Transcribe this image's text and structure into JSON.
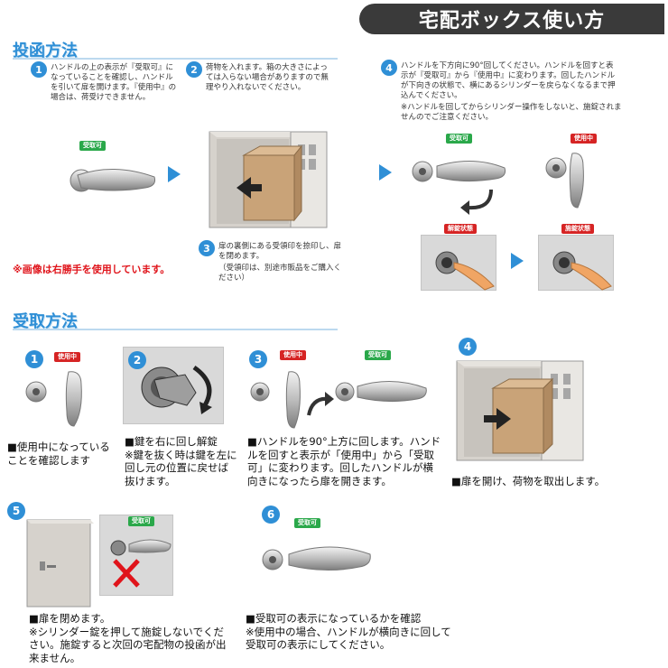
{
  "title": "宅配ボックス使い方",
  "section_deposit": {
    "heading": "投函方法",
    "step1": {
      "num": "1",
      "text": "ハンドルの上の表示が『受取可』になっていることを確認し、ハンドルを引いて扉を開けます。『使用中』の場合は、荷受けできません。"
    },
    "step2": {
      "num": "2",
      "text": "荷物を入れます。箱の大きさによっては入らない場合がありますので無理やり入れないでください。"
    },
    "step3": {
      "num": "3",
      "text": "扉の裏側にある受領印を捺印し、扉を閉めます。",
      "sub": "（受領印は、別途市販品をご購入ください）"
    },
    "step4": {
      "num": "4",
      "text": "ハンドルを下方向に90°回してください。ハンドルを回すと表示が『受取可』から『使用中』に変わります。回したハンドルが下向きの状態で、横にあるシリンダーを戻らなくなるまで押込んでください。",
      "note": "※ハンドルを回してからシリンダー操作をしないと、施錠されませんのでご注意ください。"
    },
    "tag_available": "受取可",
    "tag_in_use": "使用中",
    "tag_unlocked": "解錠状態",
    "tag_locked": "施錠状態",
    "note_right_hand": "※画像は右勝手を使用しています。"
  },
  "section_receive": {
    "heading": "受取方法",
    "step1": {
      "num": "1",
      "tag": "使用中",
      "text": "■使用中になっていることを確認します"
    },
    "step2": {
      "num": "2",
      "text": "■鍵を右に回し解錠\n※鍵を抜く時は鍵を左に回し元の位置に戻せば抜けます。"
    },
    "step3": {
      "num": "3",
      "tag_a": "使用中",
      "tag_b": "受取可",
      "text": "■ハンドルを90°上方に回します。ハンドルを回すと表示が「使用中」から「受取可」に変わります。回したハンドルが横向きになったら扉を開きます。"
    },
    "step4": {
      "num": "4",
      "text": "■扉を開け、荷物を取出します。"
    },
    "step5": {
      "num": "5",
      "tag": "受取可",
      "text": "■扉を閉めます。\n※シリンダー錠を押して施錠しないでください。施錠すると次回の宅配物の投函が出来ません。"
    },
    "step6": {
      "num": "6",
      "tag": "受取可",
      "text": "■受取可の表示になっているかを確認\n※使用中の場合、ハンドルが横向きに回して受取可の表示にしてください。"
    }
  },
  "colors": {
    "accent": "#2f8fd6",
    "available": "#2aa84a",
    "in_use": "#d62424",
    "warning": "#e0141b"
  }
}
